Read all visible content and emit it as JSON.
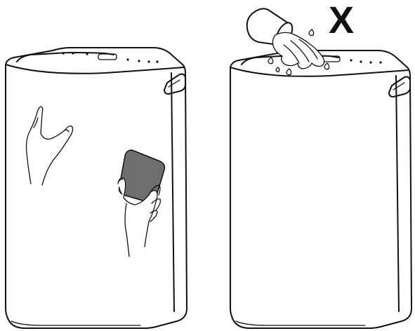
{
  "scene": {
    "left_panel": {
      "device": "air-purifier",
      "action": "wipe-with-dry-cloth",
      "allowed": true
    },
    "right_panel": {
      "device": "air-purifier",
      "action": "pour-water-on-top",
      "allowed": false,
      "prohibition_mark": "X"
    }
  },
  "colors": {
    "outline": "#111111",
    "cloth": "#6e6e6e",
    "background": "#ffffff"
  }
}
